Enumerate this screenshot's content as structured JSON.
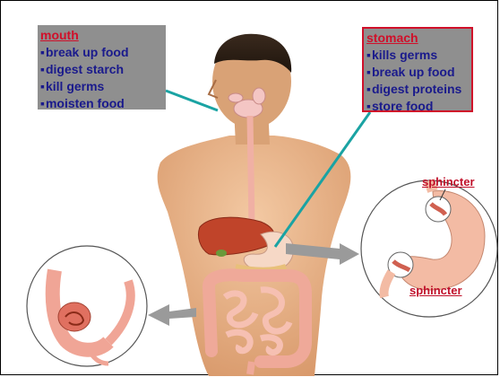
{
  "mouth": {
    "title": "mouth",
    "items": [
      "break up food",
      "digest starch",
      "kill germs",
      "moisten food"
    ]
  },
  "stomach": {
    "title": "stomach",
    "items": [
      "kills germs",
      "break up food",
      "digest proteins",
      "store food"
    ]
  },
  "labels": {
    "sphincter_top": "sphincter",
    "sphincter_bottom": "sphincter"
  },
  "colors": {
    "callout_bg": "#8f8f8f",
    "callout_text": "#1a1a8c",
    "title_red": "#d0102a",
    "pointer_teal": "#1aa3a3",
    "arrow_gray": "#9a9a9a",
    "skin": "#e8b48c",
    "liver": "#c0442a",
    "intestine": "#f2b2a6"
  }
}
